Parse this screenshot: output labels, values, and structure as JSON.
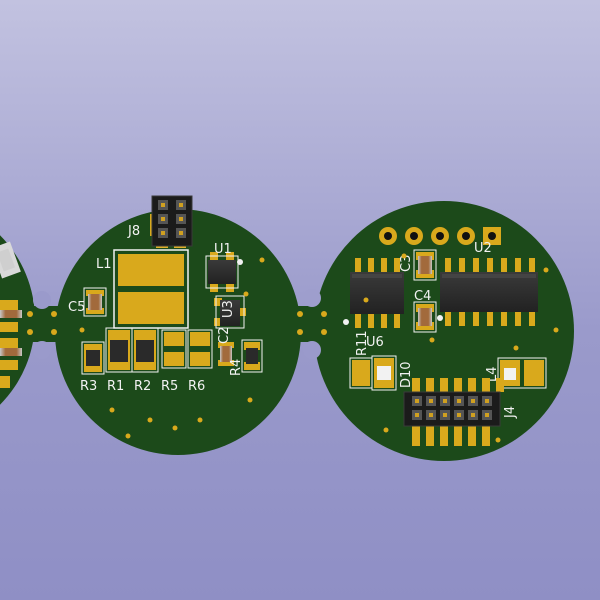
{
  "viewer": {
    "background_top": "#c2c2e0",
    "background_bottom": "#8f8fc5"
  },
  "board": {
    "colors": {
      "solder_mask": "#1c4a1a",
      "copper_pad": "#d9a91c",
      "silkscreen": "#f2f2f2",
      "ic_body": "#2a2a2a",
      "hole": "#111111"
    }
  },
  "left_board": {
    "labels": {
      "j8": "J8",
      "u1": "U1",
      "l1": "L1",
      "c5": "C5",
      "r3": "R3",
      "r1": "R1",
      "r2": "R2",
      "r5": "R5",
      "r6": "R6",
      "u3": "U3",
      "r4": "R4",
      "c2": "C2"
    }
  },
  "right_board": {
    "labels": {
      "u2": "U2",
      "c3": "C3",
      "c4": "C4",
      "r11": "R11",
      "u6": "U6",
      "d10": "D10",
      "l4": "L4",
      "j4": "J4"
    }
  }
}
